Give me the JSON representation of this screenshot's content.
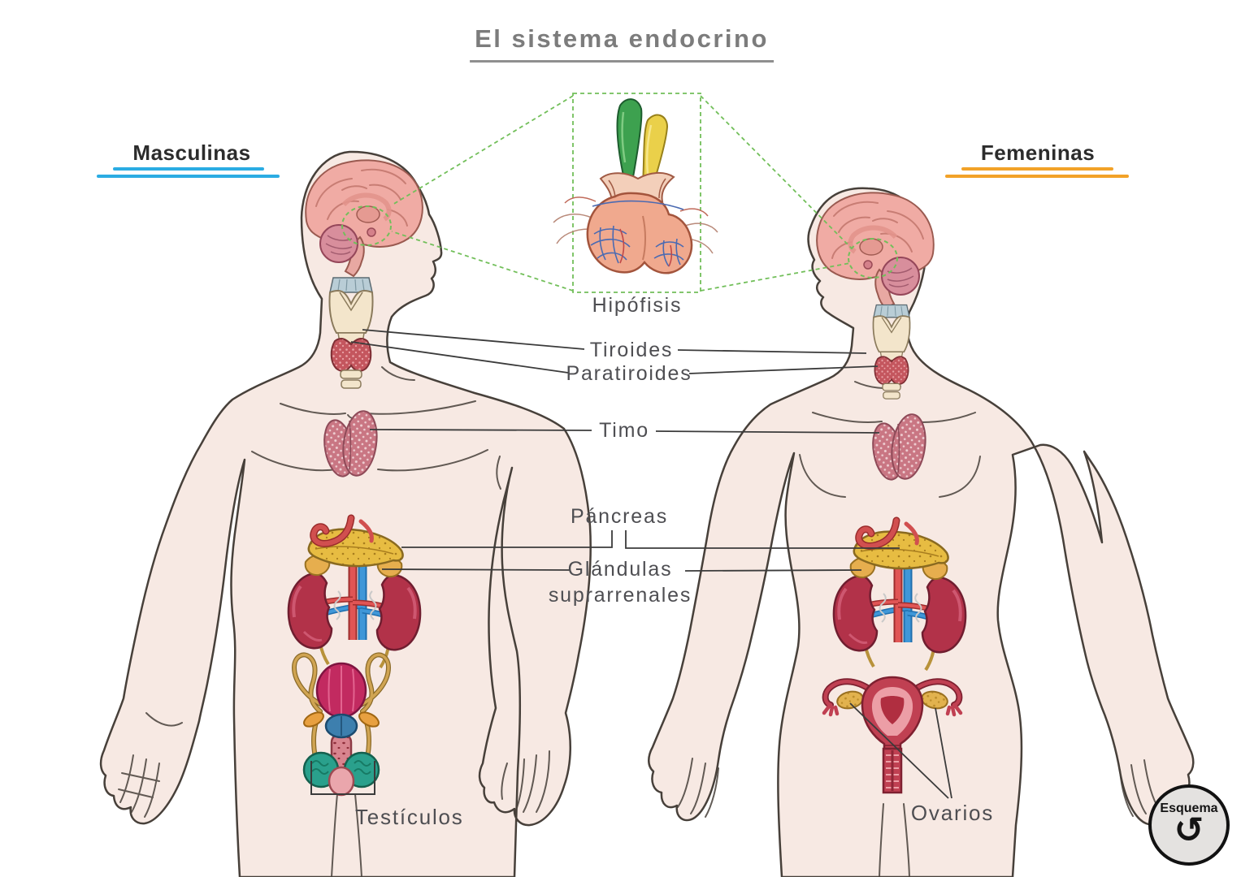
{
  "title": "El sistema endocrino",
  "legend": {
    "left": {
      "label": "Masculinas",
      "accent": "#2bace3"
    },
    "right": {
      "label": "Femeninas",
      "accent": "#f2a228"
    }
  },
  "organ_labels": {
    "hipofisis": "Hipófisis",
    "tiroides": "Tiroides",
    "paratiroides": "Paratiroides",
    "timo": "Timo",
    "pancreas": "Páncreas",
    "glandulas_line1": "Glándulas",
    "glandulas_line2": "suprarrenales",
    "testiculos": "Testículos",
    "ovarios": "Ovarios"
  },
  "badge": {
    "label": "Esquema",
    "icon": "rotate-ccw-icon",
    "icon_glyph": "↺"
  },
  "colors": {
    "masculinas_underline": "#2bace3",
    "femeninas_underline": "#f2a228",
    "pituitary_dash_green": "#72bf5a",
    "title_text": "#7c7c7c",
    "label_text": "#4e4e52",
    "skin": "#f7e9e3",
    "body_outline": "#47403a"
  }
}
